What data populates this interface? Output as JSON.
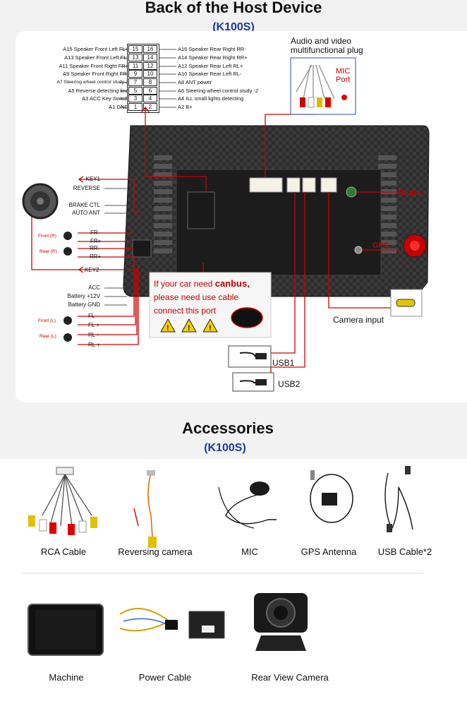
{
  "title": "Back of the Host Device",
  "model": "(K100S)",
  "accessories_title": "Accessories",
  "accessories_model": "(K100S)",
  "colors": {
    "red_line": "#d00000",
    "title_blue": "#1a3a9c",
    "device_body": "#2a2a2a"
  },
  "pins_left": [
    {
      "num": "15",
      "label": "A15  Speaker Front Left FL+"
    },
    {
      "num": "13",
      "label": "A13  Speaker Front Left FL-"
    },
    {
      "num": "11",
      "label": "A11  Speaker Front Right FR+"
    },
    {
      "num": "9",
      "label": "A9    Speaker Front Right FR-"
    },
    {
      "num": "7",
      "label": "A7   Steering wheel control study-1"
    },
    {
      "num": "5",
      "label": "A5    Reverse detecting line"
    },
    {
      "num": "3",
      "label": "A3 ACC Key Switch"
    },
    {
      "num": "1",
      "label": "A1 GND"
    }
  ],
  "pins_right": [
    {
      "num": "16",
      "label": "A16 Speaker Rear Right RR-"
    },
    {
      "num": "14",
      "label": "A14 Speaker Rear Right RR+"
    },
    {
      "num": "12",
      "label": "A12 Speaker Rear Left RL+"
    },
    {
      "num": "10",
      "label": "A10 Speaker Rear Left RL-"
    },
    {
      "num": "8",
      "label": "A8    ANT power"
    },
    {
      "num": "6",
      "label": "A6    Steering wheel control study -2"
    },
    {
      "num": "4",
      "label": "A4    ILL small lights detecting"
    },
    {
      "num": "2",
      "label": "A2    B+"
    }
  ],
  "left_wires_top": [
    "KEY1",
    "REVERSE",
    "BRAKE CTL",
    "AUTO ANT"
  ],
  "speaker_rear_groups": {
    "front_r": "Front (R)",
    "rear_r": "Rear (R)",
    "fr_minus": "FR-",
    "fr_plus": "FR+",
    "rr_minus": "RR-",
    "rr_plus": "RR+",
    "key2": "KEY2"
  },
  "left_wires_bottom": [
    "ACC",
    "Battery +12V",
    "Battery GND"
  ],
  "speaker_front_groups": {
    "front_l": "Front (L)",
    "rear_l": "Rear (L)",
    "fl_minus": "FL -",
    "fl_plus": "FL +",
    "rl_minus": "RL -",
    "rl_plus": "RL +"
  },
  "av_plug": {
    "line1": "Audio and video",
    "line2": "multifunctional plug",
    "mic1": "MIC",
    "mic2": "Port"
  },
  "radio": "Radio",
  "gps": "GPS",
  "canbus": {
    "line1a": "If your car need ",
    "line1b": "canbus,",
    "line2": "please need use cable",
    "line3": "connect this port"
  },
  "camera_input": "Camera input",
  "usb1": "USB1",
  "usb2": "USB2",
  "accessories_row1": [
    "RCA Cable",
    "Reversing  camera",
    "MIC",
    "GPS Antenna",
    "USB Cable*2"
  ],
  "accessories_row2": [
    "Machine",
    "Power Cable",
    "Rear View Camera"
  ]
}
